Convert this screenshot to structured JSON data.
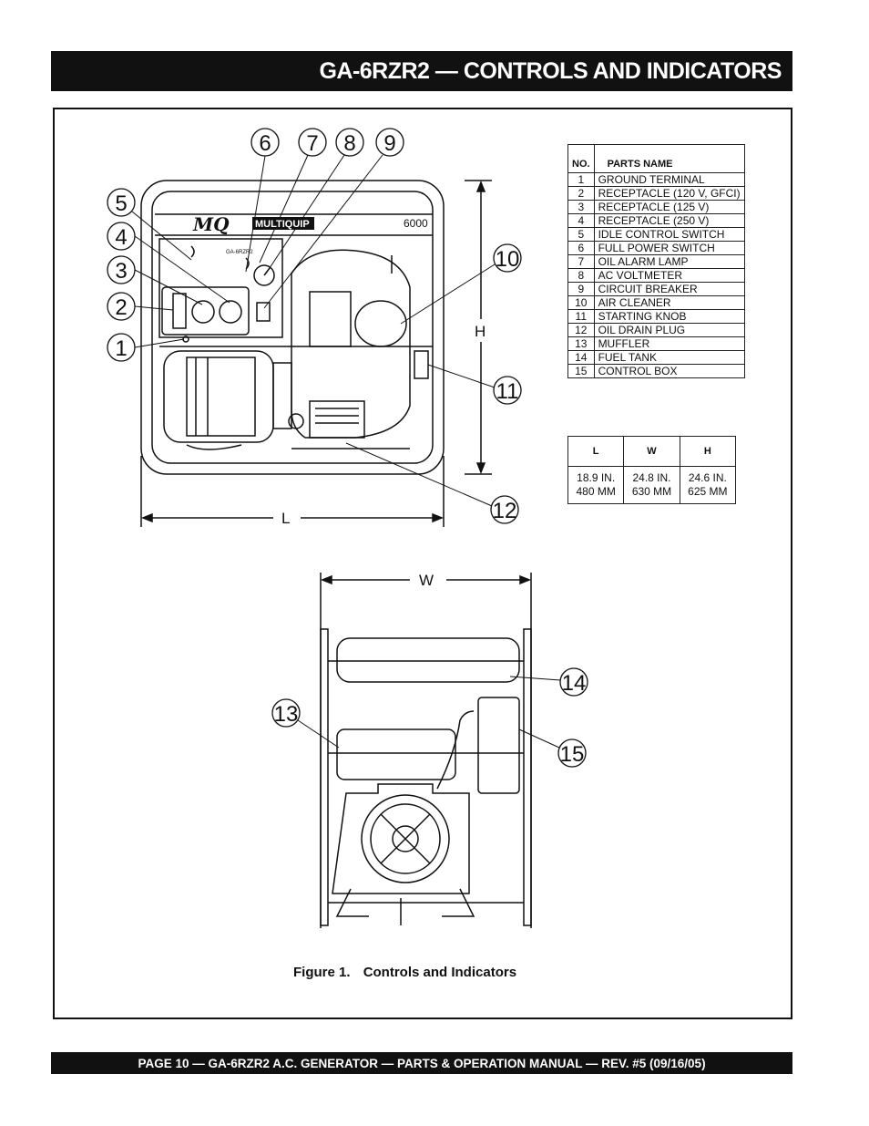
{
  "header": {
    "title": "GA-6RZR2 — CONTROLS AND INDICATORS"
  },
  "parts_table": {
    "col_no": "NO.",
    "col_name": "PARTS NAME",
    "rows": [
      {
        "no": "1",
        "name": "GROUND TERMINAL"
      },
      {
        "no": "2",
        "name": "RECEPTACLE (120 V, GFCI)"
      },
      {
        "no": "3",
        "name": "RECEPTACLE (125 V)"
      },
      {
        "no": "4",
        "name": "RECEPTACLE (250 V)"
      },
      {
        "no": "5",
        "name": "IDLE CONTROL SWITCH"
      },
      {
        "no": "6",
        "name": "FULL POWER SWITCH"
      },
      {
        "no": "7",
        "name": "OIL ALARM LAMP"
      },
      {
        "no": "8",
        "name": "AC VOLTMETER"
      },
      {
        "no": "9",
        "name": "CIRCUIT BREAKER"
      },
      {
        "no": "10",
        "name": "AIR CLEANER"
      },
      {
        "no": "11",
        "name": "STARTING KNOB"
      },
      {
        "no": "12",
        "name": "OIL DRAIN PLUG"
      },
      {
        "no": "13",
        "name": "MUFFLER"
      },
      {
        "no": "14",
        "name": "FUEL TANK"
      },
      {
        "no": "15",
        "name": "CONTROL BOX"
      }
    ]
  },
  "dimensions_table": {
    "headers": [
      "L",
      "W",
      "H"
    ],
    "values": [
      {
        "in": "18.9 IN.",
        "mm": "480 MM"
      },
      {
        "in": "24.8 IN.",
        "mm": "630 MM"
      },
      {
        "in": "24.6 IN.",
        "mm": "625 MM"
      }
    ]
  },
  "figure": {
    "brand": "MQ",
    "brand_name": "MULTIQUIP",
    "model_number": "6000",
    "panel_model": "GA-6RZR2",
    "dimension_labels": {
      "l": "L",
      "h": "H",
      "w": "W"
    },
    "callouts": [
      "1",
      "2",
      "3",
      "4",
      "5",
      "6",
      "7",
      "8",
      "9",
      "10",
      "11",
      "12",
      "13",
      "14",
      "15"
    ],
    "caption_label": "Figure 1.",
    "caption_text": "Controls and Indicators"
  },
  "footer": {
    "text": "PAGE 10 — GA-6RZR2 A.C. GENERATOR — PARTS & OPERATION MANUAL — REV. #5 (09/16/05)"
  }
}
